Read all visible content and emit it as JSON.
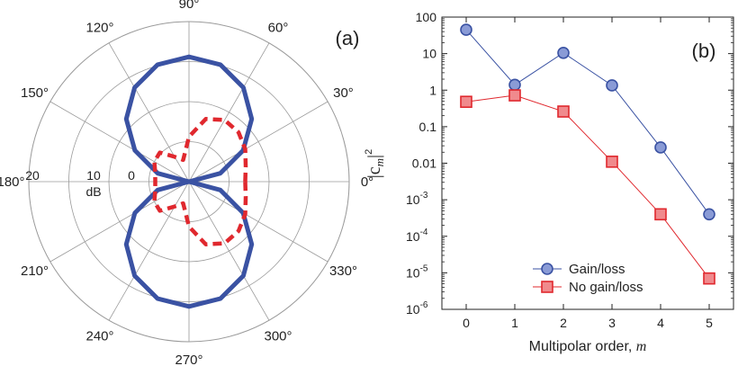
{
  "chart_data": [
    {
      "type": "polar",
      "panel_label": "(a)",
      "angle_ticks": [
        "0°",
        "30°",
        "60°",
        "90°",
        "120°",
        "150°",
        "180°",
        "210°",
        "240°",
        "270°",
        "300°",
        "330°"
      ],
      "angle_tick_values": [
        0,
        30,
        60,
        90,
        120,
        150,
        180,
        210,
        240,
        270,
        300,
        330
      ],
      "radial_ticks": [
        "20",
        "10",
        "0"
      ],
      "radial_unit": "dB",
      "grid": true,
      "series": [
        {
          "style": "solid",
          "color": "#3a52a3",
          "pattern": "two-lobe vertical (dipole), lobes along 90° and 270°, null at 0° and 180°",
          "angles_deg": [
            0,
            15,
            30,
            45,
            60,
            75,
            90,
            105,
            120,
            135,
            150,
            165,
            180,
            195,
            210,
            225,
            240,
            255,
            270,
            285,
            300,
            315,
            330,
            345
          ],
          "r_norm": [
            0.0,
            0.26,
            0.5,
            0.71,
            0.87,
            0.97,
            1.0,
            0.97,
            0.87,
            0.71,
            0.5,
            0.26,
            0.0,
            0.26,
            0.5,
            0.71,
            0.87,
            0.97,
            1.0,
            0.97,
            0.87,
            0.71,
            0.5,
            0.26
          ]
        },
        {
          "style": "dashed",
          "color": "#e0282e",
          "pattern": "four-lobe (quadrupole-like) pattern",
          "angles_deg": [
            0,
            15,
            30,
            45,
            60,
            75,
            90,
            105,
            120,
            135,
            150,
            165,
            180,
            195,
            210,
            225,
            240,
            255,
            270,
            285,
            300,
            315,
            330,
            345
          ],
          "r_norm": [
            0.45,
            0.47,
            0.52,
            0.56,
            0.57,
            0.52,
            0.36,
            0.18,
            0.23,
            0.33,
            0.32,
            0.28,
            0.27,
            0.28,
            0.32,
            0.33,
            0.23,
            0.18,
            0.36,
            0.52,
            0.57,
            0.56,
            0.52,
            0.47
          ]
        }
      ]
    },
    {
      "type": "line",
      "panel_label": "(b)",
      "xlabel": "Multipolar order, ",
      "xlabel_var": "m",
      "ylabel": "|c",
      "ylabel_sub": "m",
      "ylabel_tail": "|",
      "ylabel_sup": "2",
      "yscale": "log",
      "ylim": [
        1e-06,
        100
      ],
      "xlim": [
        -0.5,
        5.5
      ],
      "x": [
        0,
        1,
        2,
        3,
        4,
        5
      ],
      "x_tick_labels": [
        "0",
        "1",
        "2",
        "3",
        "4",
        "5"
      ],
      "y_tick_labels": [
        {
          "base": "100"
        },
        {
          "base": "10"
        },
        {
          "base": "1"
        },
        {
          "base": "0.1"
        },
        {
          "base": "0.01"
        },
        {
          "base": "10",
          "exp": "-3"
        },
        {
          "base": "10",
          "exp": "-4"
        },
        {
          "base": "10",
          "exp": "-5"
        },
        {
          "base": "10",
          "exp": "-6"
        }
      ],
      "y_tick_values": [
        100,
        10,
        1,
        0.1,
        0.01,
        0.001,
        0.0001,
        1e-05,
        1e-06
      ],
      "legend_position": "bottom-right",
      "series": [
        {
          "name": "Gain/loss",
          "marker": "circle",
          "color": "#3a52a3",
          "fill": "#8a9bd6",
          "values": [
            45,
            1.4,
            10.5,
            1.35,
            0.027,
            0.0004
          ]
        },
        {
          "name": "No gain/loss",
          "marker": "square",
          "color": "#e0282e",
          "fill": "#f08a8d",
          "values": [
            0.48,
            0.72,
            0.26,
            0.011,
            0.0004,
            7e-06
          ]
        }
      ]
    }
  ]
}
